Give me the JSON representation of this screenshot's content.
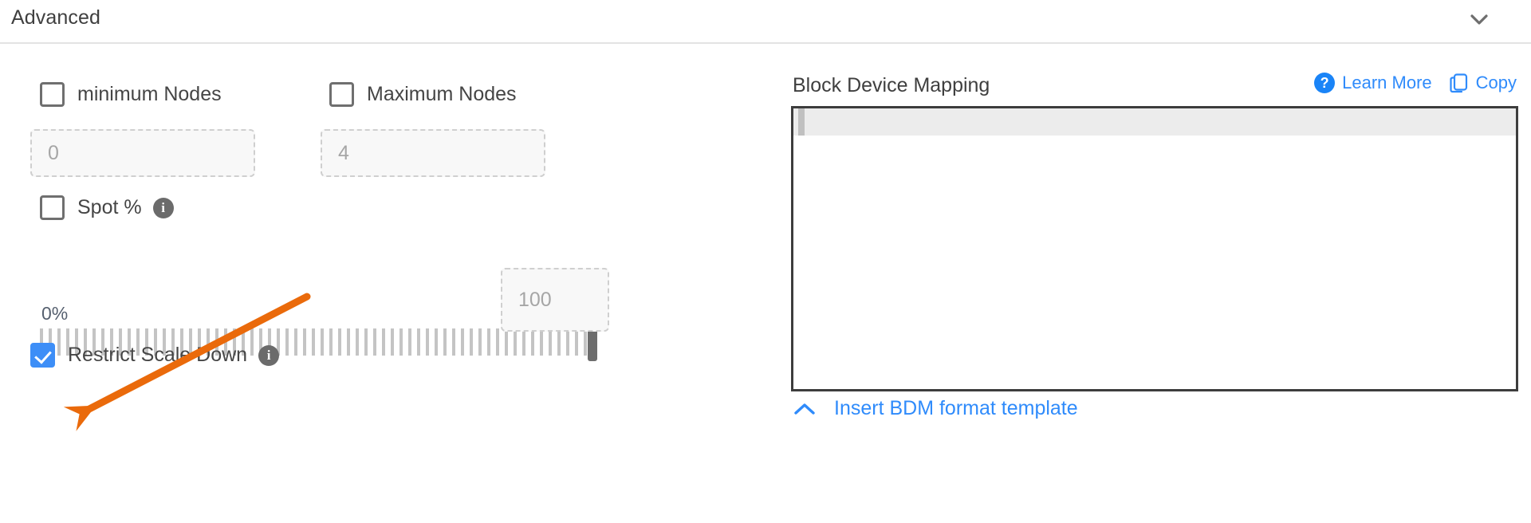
{
  "section": {
    "title": "Advanced",
    "collapse_icon": "chevron-down-icon"
  },
  "left": {
    "min_nodes": {
      "label": "minimum Nodes",
      "checked": false,
      "input_placeholder": "0"
    },
    "max_nodes": {
      "label": "Maximum Nodes",
      "checked": false,
      "input_placeholder": "4"
    },
    "spot": {
      "label": "Spot %",
      "checked": false,
      "info_icon": "info-icon",
      "info_glyph": "i"
    },
    "slider": {
      "min_label": "0%",
      "max_label": "100%",
      "value": 100,
      "value_input_placeholder": "100"
    },
    "restrict_scale_down": {
      "label": "Restrict Scale Down",
      "checked": true,
      "info_icon": "info-icon",
      "info_glyph": "i"
    }
  },
  "right": {
    "title": "Block Device Mapping",
    "learn_more": {
      "label": "Learn More",
      "icon": "question-circle-icon",
      "icon_glyph": "?"
    },
    "copy": {
      "label": "Copy",
      "icon": "copy-icon"
    },
    "editor": {
      "content": "",
      "active_line": 1
    },
    "insert_template": {
      "label": "Insert BDM format template",
      "icon": "chevron-up-icon"
    }
  },
  "colors": {
    "accent_blue": "#2f8bfb",
    "checkbox_checked": "#3d8ef7",
    "annotation_orange": "#ea6a0b",
    "border_gray": "#e3e3e3",
    "text_dark": "#3f3f3f"
  }
}
